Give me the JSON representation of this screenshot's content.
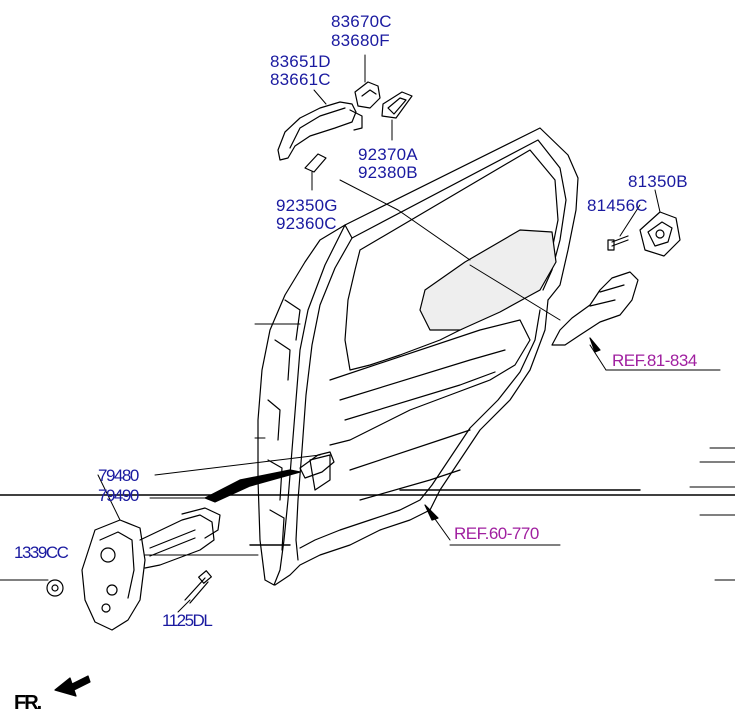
{
  "diagram": {
    "part_numbers": {
      "p83670C": "83670C",
      "p83680F": "83680F",
      "p83651D": "83651D",
      "p83661C": "83661C",
      "p92370A": "92370A",
      "p92380B": "92380B",
      "p92350G": "92350G",
      "p92360C": "92360C",
      "p81350B": "81350B",
      "p81456C": "81456C",
      "p79480": "79480",
      "p79490": "79490",
      "p1339CC": "1339CC",
      "p1125DL": "1125DL"
    },
    "references": {
      "ref_81_834": "REF.81-834",
      "ref_60_770": "REF.60-770"
    },
    "direction_label": "FR.",
    "colors": {
      "part_number": "#1a1aa0",
      "reference": "#a020a0",
      "line": "#000000"
    }
  }
}
